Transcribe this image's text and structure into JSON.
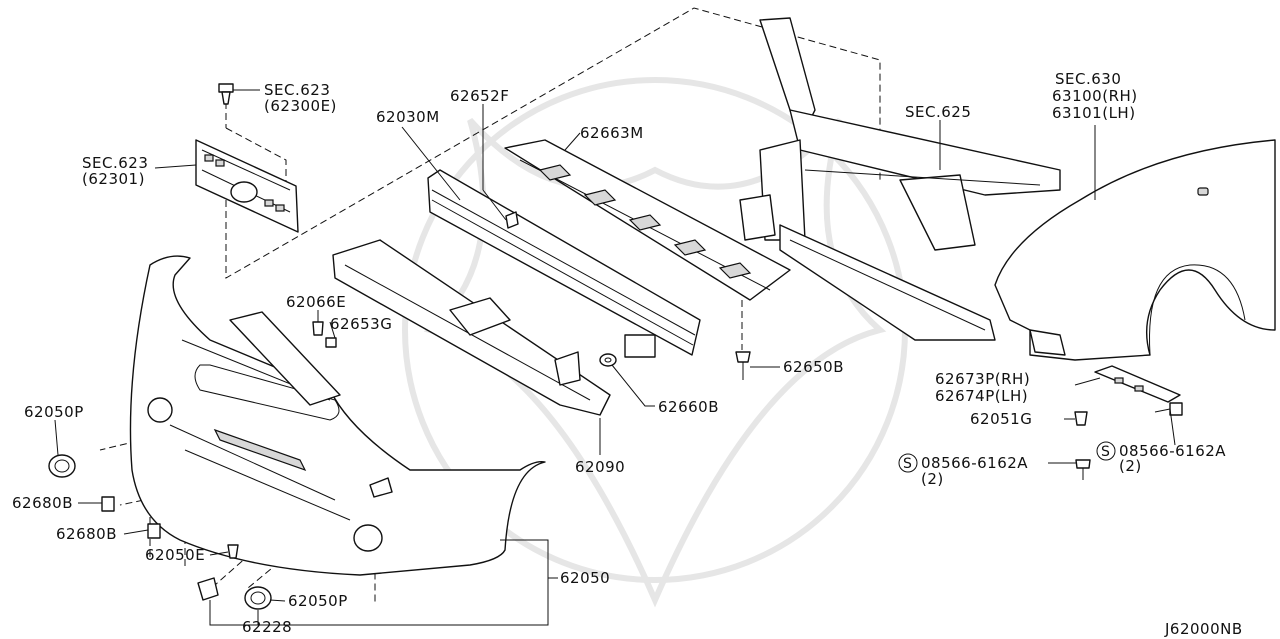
{
  "diagram_code": "J62000NB",
  "callouts": {
    "sec623_bolt": "SEC.623",
    "sec623_bolt_sub": "(62300E)",
    "sec623_grille": "SEC.623",
    "sec623_grille_sub": "(62301)",
    "p62030M": "62030M",
    "p62652F": "62652F",
    "p62663M": "62663M",
    "sec625": "SEC.625",
    "sec630": "SEC.630",
    "p63100": "63100(RH)",
    "p63101": "63101(LH)",
    "p62066E": "62066E",
    "p62653G": "62653G",
    "p62650B": "62650B",
    "p62660B": "62660B",
    "p62090": "62090",
    "p62673P": "62673P(RH)",
    "p62674P": "62674P(LH)",
    "p62051G": "62051G",
    "p08566_left": "08566-6162A",
    "p08566_left_qty": "(2)",
    "p08566_right": "08566-6162A",
    "p08566_right_qty": "(2)",
    "p62050P_top": "62050P",
    "p62680B_a": "62680B",
    "p62680B_b": "62680B",
    "p62050E": "62050E",
    "p62050": "62050",
    "p62050P_bottom": "62050P",
    "p62228": "62228",
    "s_symbol": "S"
  }
}
